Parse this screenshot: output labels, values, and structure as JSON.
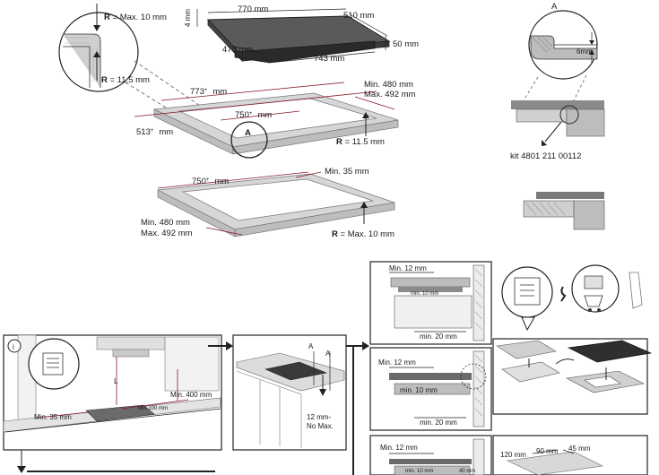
{
  "top_hob": {
    "dims": {
      "width": "770 mm",
      "depth": "510 mm",
      "height": "4 mm",
      "cut_depth": "479 mm",
      "cut_width": "743 mm",
      "thickness": "50 mm"
    }
  },
  "detail_circle": {
    "r_max_prefix": "R",
    "r_max_value": " = Max. 10 mm",
    "r_min_prefix": "R",
    "r_min_value": " = 11.5 mm"
  },
  "cutout_frame": {
    "width": "773",
    "width_tol": "+",
    "depth": "513",
    "depth_tol": "+",
    "unit": "mm",
    "inner_width": "750",
    "inner_tol": "+",
    "min_depth": "Min. 480 mm",
    "max_depth": "Max. 492 mm",
    "r_prefix": "R",
    "r_value": " = 11.5 mm",
    "detail_tag": "A"
  },
  "flush_frame": {
    "width": "750",
    "width_tol": "+",
    "unit": "mm",
    "min_edge": "Min. 35 mm",
    "min_depth": "Min. 480 mm",
    "max_depth": "Max. 492 mm",
    "r_prefix": "R",
    "r_value": " = Max. 10 mm"
  },
  "section_a": {
    "tag": "A",
    "gap": "6mm",
    "kit": "kit 4801 211 00112"
  },
  "kitchen": {
    "info_icon": "i",
    "wall_distance": "Min. 400 mm",
    "side_min": "Min. 35 mm",
    "depth_min": "Min.100 mm",
    "depth_label": "L"
  },
  "install_view": {
    "marker_a1": "A",
    "marker_a2": "A",
    "clearance_line1": "12 mm-",
    "clearance_line2": "No Max."
  },
  "panel_1": {
    "top": "Min. 12 mm",
    "inner": "min. 10 mm",
    "bottom": "min. 20 mm"
  },
  "panel_2": {
    "top": "Min. 12 mm",
    "inner": "min. 10 mm",
    "bottom": "min. 20 mm"
  },
  "panel_3": {
    "top": "Min. 12 mm",
    "inner": "min. 10 mm",
    "small": "40 mm"
  },
  "bottom_right": {
    "d1": "120 mm",
    "d2": "90 mm",
    "d3": "45 mm"
  }
}
